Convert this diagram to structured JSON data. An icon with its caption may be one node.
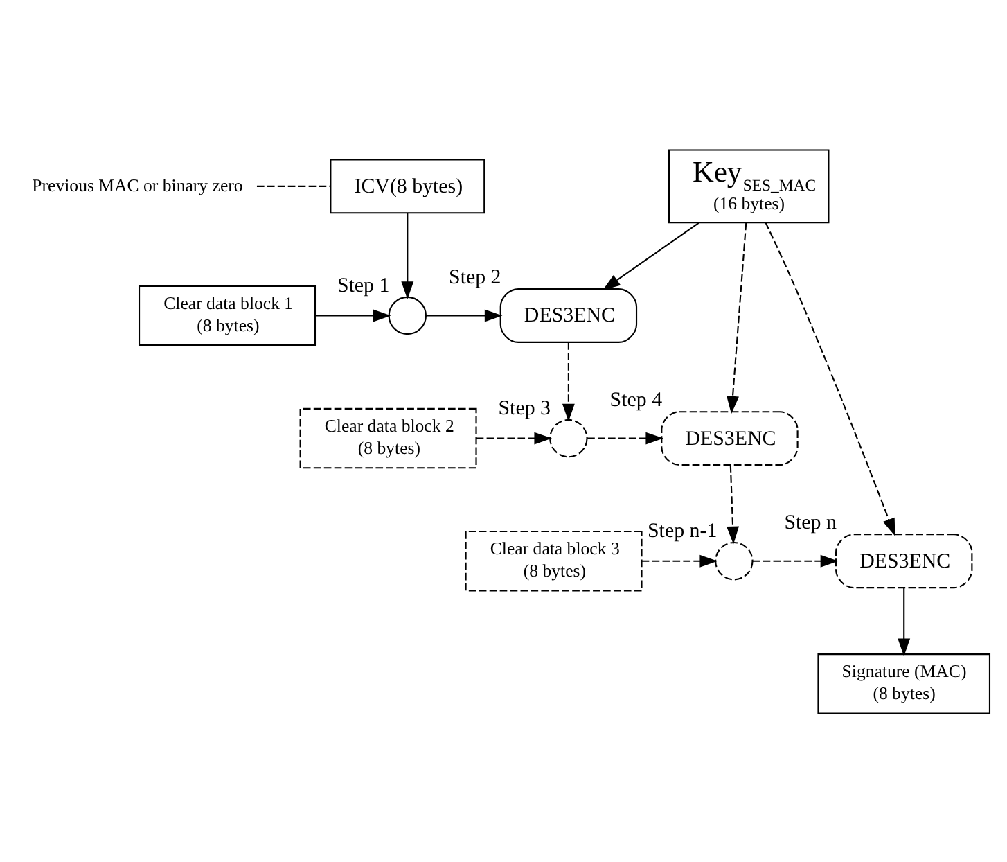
{
  "diagram": {
    "nodes": [
      {
        "text": [
          "Previous MAC or binary zero"
        ]
      },
      {
        "text": [
          "ICV(8 bytes)"
        ]
      },
      {
        "text": [
          "Key$_{SES_MAC}$",
          "(16 bytes)"
        ]
      },
      {
        "text": [
          "Clear data block 1",
          "(8 bytes)"
        ]
      },
      {
        "text": [],
        "shape": "circle",
        "beside": [
          "Step 1"
        ]
      },
      {
        "text": [
          "DES3ENC"
        ],
        "beside": [
          "Step 2"
        ]
      },
      {
        "text": [
          "Clear data block 2",
          "(8 bytes)"
        ]
      },
      {
        "text": [],
        "shape": "circle",
        "beside": [
          "Step 3"
        ]
      },
      {
        "text": [
          "DES3ENC"
        ],
        "beside": [
          "Step 4"
        ]
      },
      {
        "text": [
          "Clear data block 3",
          "(8 bytes)"
        ]
      },
      {
        "text": [],
        "shape": "circle",
        "beside": [
          "Step n-1"
        ]
      },
      {
        "text": [
          "DES3ENC"
        ],
        "beside": [
          "Step n"
        ]
      },
      {
        "text": [
          "Signature (MAC)",
          "(8 bytes)"
        ]
      }
    ],
    "edges": [
      {
        "from": 0,
        "to": 1,
        "arrow": "none",
        "style": "dashed"
      },
      {
        "from": 1,
        "to": 4,
        "arrow": "to"
      },
      {
        "from": 3,
        "to": 4,
        "arrow": "to"
      },
      {
        "from": 4,
        "to": 5,
        "arrow": "to"
      },
      {
        "from": 2,
        "to": 5,
        "arrow": "to"
      },
      {
        "from": 5,
        "to": 7,
        "arrow": "to",
        "style": "dashed"
      },
      {
        "from": 6,
        "to": 7,
        "arrow": "to",
        "style": "dashed"
      },
      {
        "from": 7,
        "to": 8,
        "arrow": "to",
        "style": "dashed"
      },
      {
        "from": 2,
        "to": 8,
        "arrow": "to",
        "style": "dashed"
      },
      {
        "from": 8,
        "to": 10,
        "arrow": "to",
        "style": "dashed"
      },
      {
        "from": 9,
        "to": 10,
        "arrow": "to",
        "style": "dashed"
      },
      {
        "from": 10,
        "to": 11,
        "arrow": "to",
        "style": "dashed"
      },
      {
        "from": 2,
        "to": 11,
        "arrow": "to",
        "style": "dashed"
      },
      {
        "from": 11,
        "to": 12,
        "arrow": "to"
      }
    ]
  }
}
